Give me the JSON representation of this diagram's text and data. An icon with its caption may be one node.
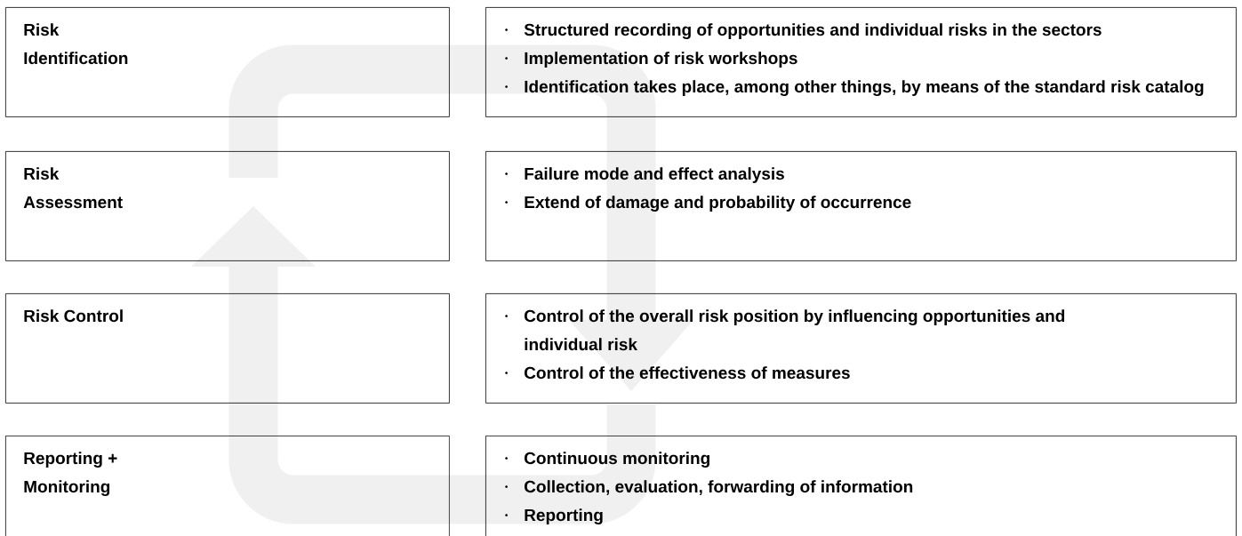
{
  "diagram": {
    "nodes": [
      {
        "text": [
          "Risk Identification"
        ]
      },
      {
        "text": [
          "Structured recording of opportunities and individual risks in the sectors",
          "Implementation of risk workshops",
          "Identification takes place, among other things, by means of the standard risk catalog"
        ]
      },
      {
        "text": [
          "Risk Assessment"
        ]
      },
      {
        "text": [
          "Failure mode and effect analysis",
          "Extend of damage and probability of occurrence"
        ]
      },
      {
        "text": [
          "Risk Control"
        ]
      },
      {
        "text": [
          "Control of the overall risk position by influencing opportunities and individual risk",
          "Control of the effectiveness of measures"
        ]
      },
      {
        "text": [
          "Reporting + Monitoring"
        ]
      },
      {
        "text": [
          "Continuous monitoring",
          "Collection, evaluation, forwarding of information",
          "Reporting"
        ]
      }
    ]
  }
}
